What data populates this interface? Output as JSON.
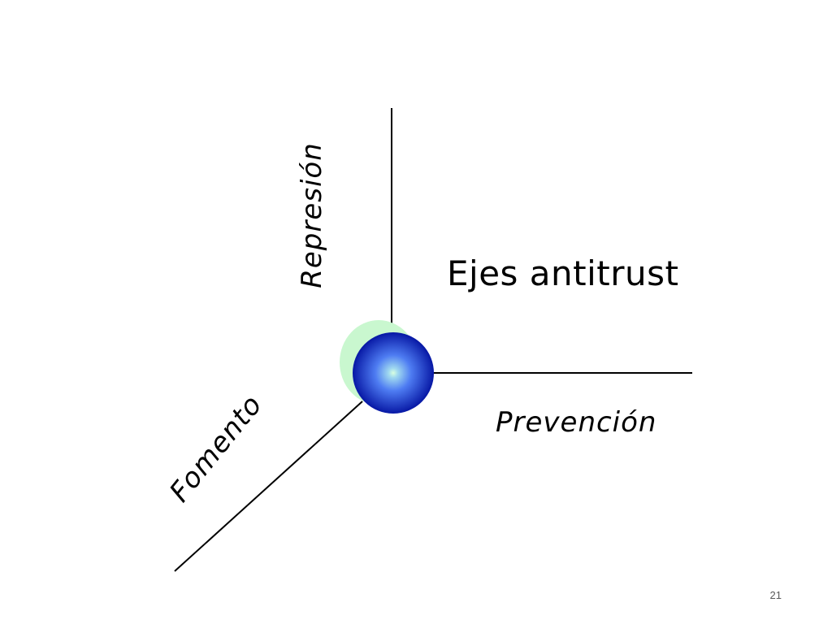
{
  "title": "Ejes antitrust",
  "axes": {
    "vertical": "Represión",
    "horizontal": "Prevención",
    "diagonal": "Fomento"
  },
  "page_number": "21",
  "colors": {
    "axis": "#000000",
    "sphere_core": "#d8ffe0",
    "sphere_mid": "#4e7cf2",
    "sphere_edge": "#0a1ca8",
    "halo": "#c9f7cf"
  }
}
